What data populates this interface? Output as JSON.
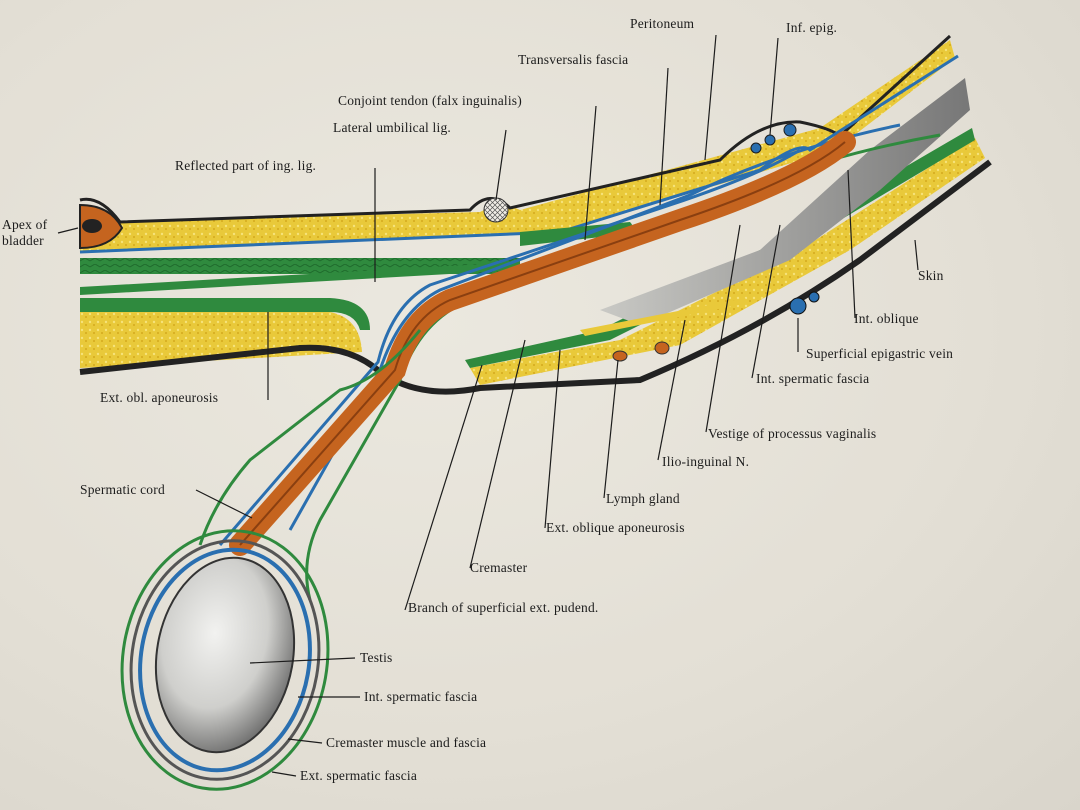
{
  "colors": {
    "paper": "#e4e0d6",
    "fat": "#e9c93a",
    "muscle": "#2f8a3e",
    "fascia_blue": "#2a6fb0",
    "spermatic_cord": "#c5641f",
    "skin": "#222222",
    "testis": "#d7d7d5"
  },
  "labels": {
    "peritoneum": "Peritoneum",
    "inf_epig": "Inf. epig.",
    "transversalis_fascia": "Transversalis fascia",
    "conjoint_tendon": "Conjoint tendon (falx inguinalis)",
    "lateral_umbilical_lig": "Lateral umbilical lig.",
    "reflected_part": "Reflected part of ing. lig.",
    "apex_of": "Apex of",
    "bladder": "bladder",
    "skin": "Skin",
    "int_oblique": "Int. oblique",
    "superficial_epigastric_vein": "Superficial epigastric vein",
    "int_spermatic_fascia_upper": "Int. spermatic fascia",
    "vestige_processus_vaginalis": "Vestige of processus vaginalis",
    "ilio_inguinal": "Ilio-inguinal N.",
    "lymph_gland": "Lymph gland",
    "ext_oblique_aponeurosis_lower": "Ext. oblique aponeurosis",
    "ext_obl_aponeurosis_left": "Ext. obl. aponeurosis",
    "spermatic_cord": "Spermatic cord",
    "cremaster": "Cremaster",
    "branch_superficial_pudend": "Branch of superficial ext. pudend.",
    "testis": "Testis",
    "int_spermatic_fascia_lower": "Int. spermatic fascia",
    "cremaster_muscle_fascia": "Cremaster muscle and fascia",
    "ext_spermatic_fascia": "Ext. spermatic fascia"
  }
}
